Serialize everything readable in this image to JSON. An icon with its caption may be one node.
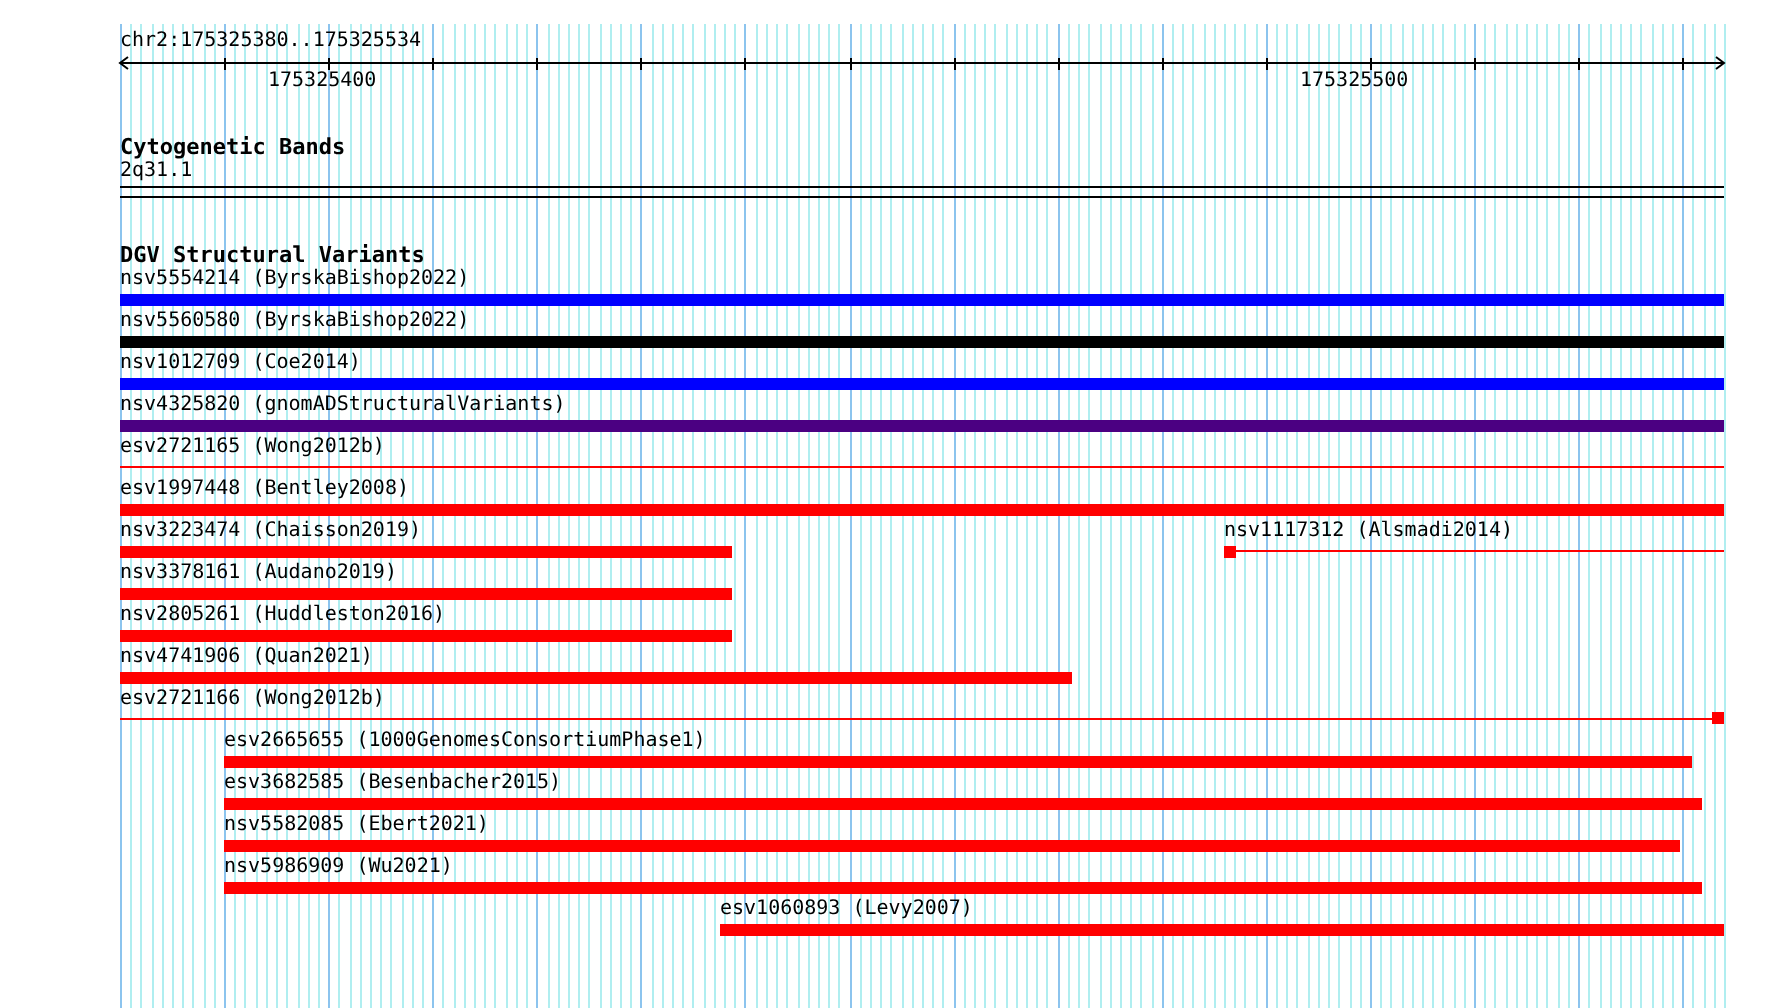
{
  "diagram": {
    "nodes": [
      {
        "text": [
          "2q31.1"
        ]
      },
      {
        "text": [
          "nsv5554214 (ByrskaBishop2022)"
        ]
      },
      {
        "text": [
          "nsv5560580 (ByrskaBishop2022)"
        ]
      },
      {
        "text": [
          "nsv1012709 (Coe2014)"
        ]
      },
      {
        "text": [
          "nsv4325820 (gnomADStructuralVariants)"
        ]
      },
      {
        "text": [
          "esv2721165 (Wong2012b)"
        ]
      },
      {
        "text": [
          "esv1997448 (Bentley2008)"
        ]
      },
      {
        "text": [
          "nsv3223474 (Chaisson2019)"
        ]
      },
      {
        "text": [
          "nsv1117312 (Alsmadi2014)"
        ]
      },
      {
        "text": [
          "nsv3378161 (Audano2019)"
        ]
      },
      {
        "text": [
          "nsv2805261 (Huddleston2016)"
        ]
      },
      {
        "text": [
          "nsv4741906 (Quan2021)"
        ]
      },
      {
        "text": [
          "esv2721166 (Wong2012b)"
        ]
      },
      {
        "text": [
          "esv2665655 (1000GenomesConsortiumPhase1)"
        ]
      },
      {
        "text": [
          "esv3682585 (Besenbacher2015)"
        ]
      },
      {
        "text": [
          "nsv5582085 (Ebert2021)"
        ]
      },
      {
        "text": [
          "nsv5986909 (Wu2021)"
        ]
      },
      {
        "text": [
          "esv1060893 (Levy2007)"
        ]
      }
    ],
    "labels": [
      "chr2:175325380..175325534",
      "175325400",
      "175325500",
      "Cytogenetic Bands",
      "DGV Structural Variants"
    ]
  }
}
